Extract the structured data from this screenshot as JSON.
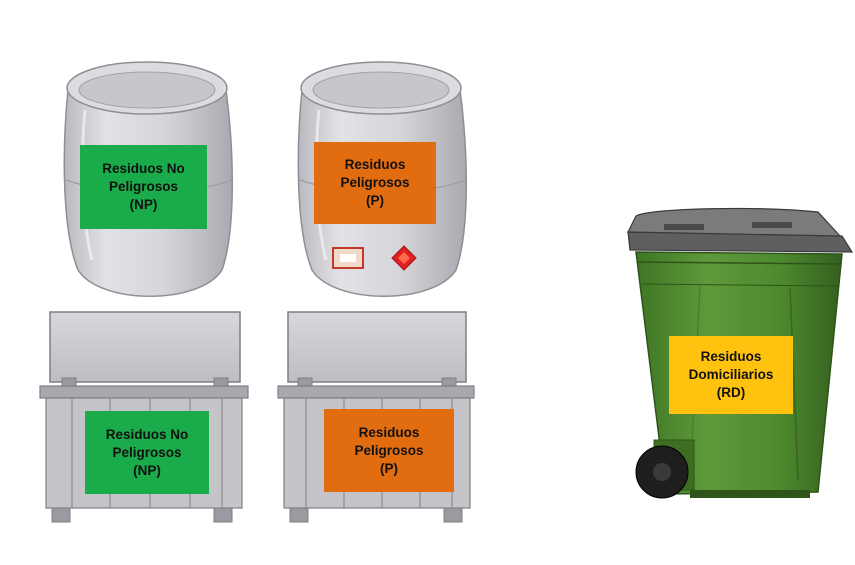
{
  "colors": {
    "no_peligrosos": "#1aab4a",
    "peligrosos": "#e26c10",
    "domiciliarios": "#ffc20e",
    "bin_body": "#4e8a2f",
    "bin_lid": "#6e6e6e",
    "container_gray": "#c8c8cc"
  },
  "labels": {
    "bag_np": {
      "line1": "Residuos No",
      "line2": "Peligrosos",
      "line3": "(NP)"
    },
    "bag_p": {
      "line1": "Residuos",
      "line2": "Peligrosos",
      "line3": "(P)"
    },
    "crate_np": {
      "line1": "Residuos No",
      "line2": "Peligrosos",
      "line3": "(NP)"
    },
    "crate_p": {
      "line1": "Residuos",
      "line2": "Peligrosos",
      "line3": "(P)"
    },
    "bin_rd": {
      "line1": "Residuos",
      "line2": "Domiciliarios",
      "line3": "(RD)"
    }
  },
  "icons": [
    "plastic-bag-icon",
    "plastic-bag-icon",
    "hazard-diamond-icon",
    "crate-icon",
    "crate-icon",
    "wheelie-bin-icon"
  ]
}
